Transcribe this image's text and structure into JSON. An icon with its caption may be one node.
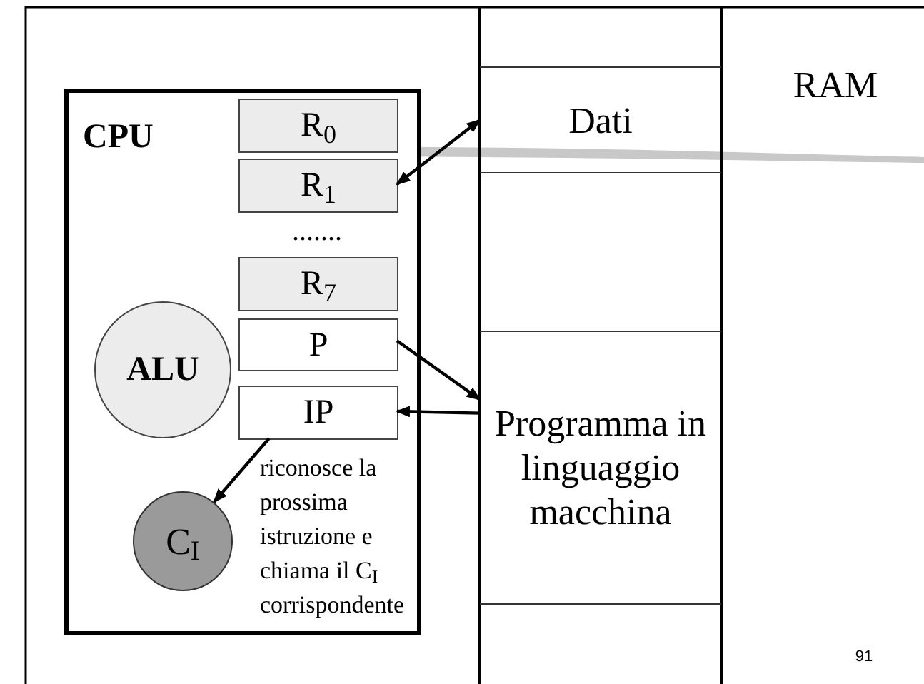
{
  "diagram": {
    "nodes": [
      {
        "text": [
          "CPU"
        ]
      },
      {
        "text": [
          "R$_{0}$"
        ],
        "in": 0
      },
      {
        "text": [
          "R$_{1}$"
        ],
        "in": 0
      },
      {
        "text": [
          "R$_{7}$"
        ],
        "in": 0
      },
      {
        "text": [
          "P"
        ],
        "in": 0
      },
      {
        "text": [
          "IP"
        ],
        "in": 0
      },
      {
        "text": [
          "ALU"
        ],
        "in": 0
      },
      {
        "text": [
          "C$_{I}$"
        ],
        "in": 0
      },
      {
        "text": [
          "Dati"
        ]
      },
      {
        "text": [
          "Programma in linguaggio macchina"
        ]
      }
    ],
    "edges": [
      {
        "from": 2,
        "to": 8,
        "arrow": "both"
      },
      {
        "from": 4,
        "to": 9,
        "arrow": "to"
      },
      {
        "from": 9,
        "to": 5,
        "arrow": "to"
      },
      {
        "from": 5,
        "to": 7,
        "arrow": "to"
      }
    ],
    "labels": [
      "RAM",
      ".......",
      "riconosce la prossima istruzione e chiama il C$_{I}$ corrispondente",
      "91"
    ]
  }
}
